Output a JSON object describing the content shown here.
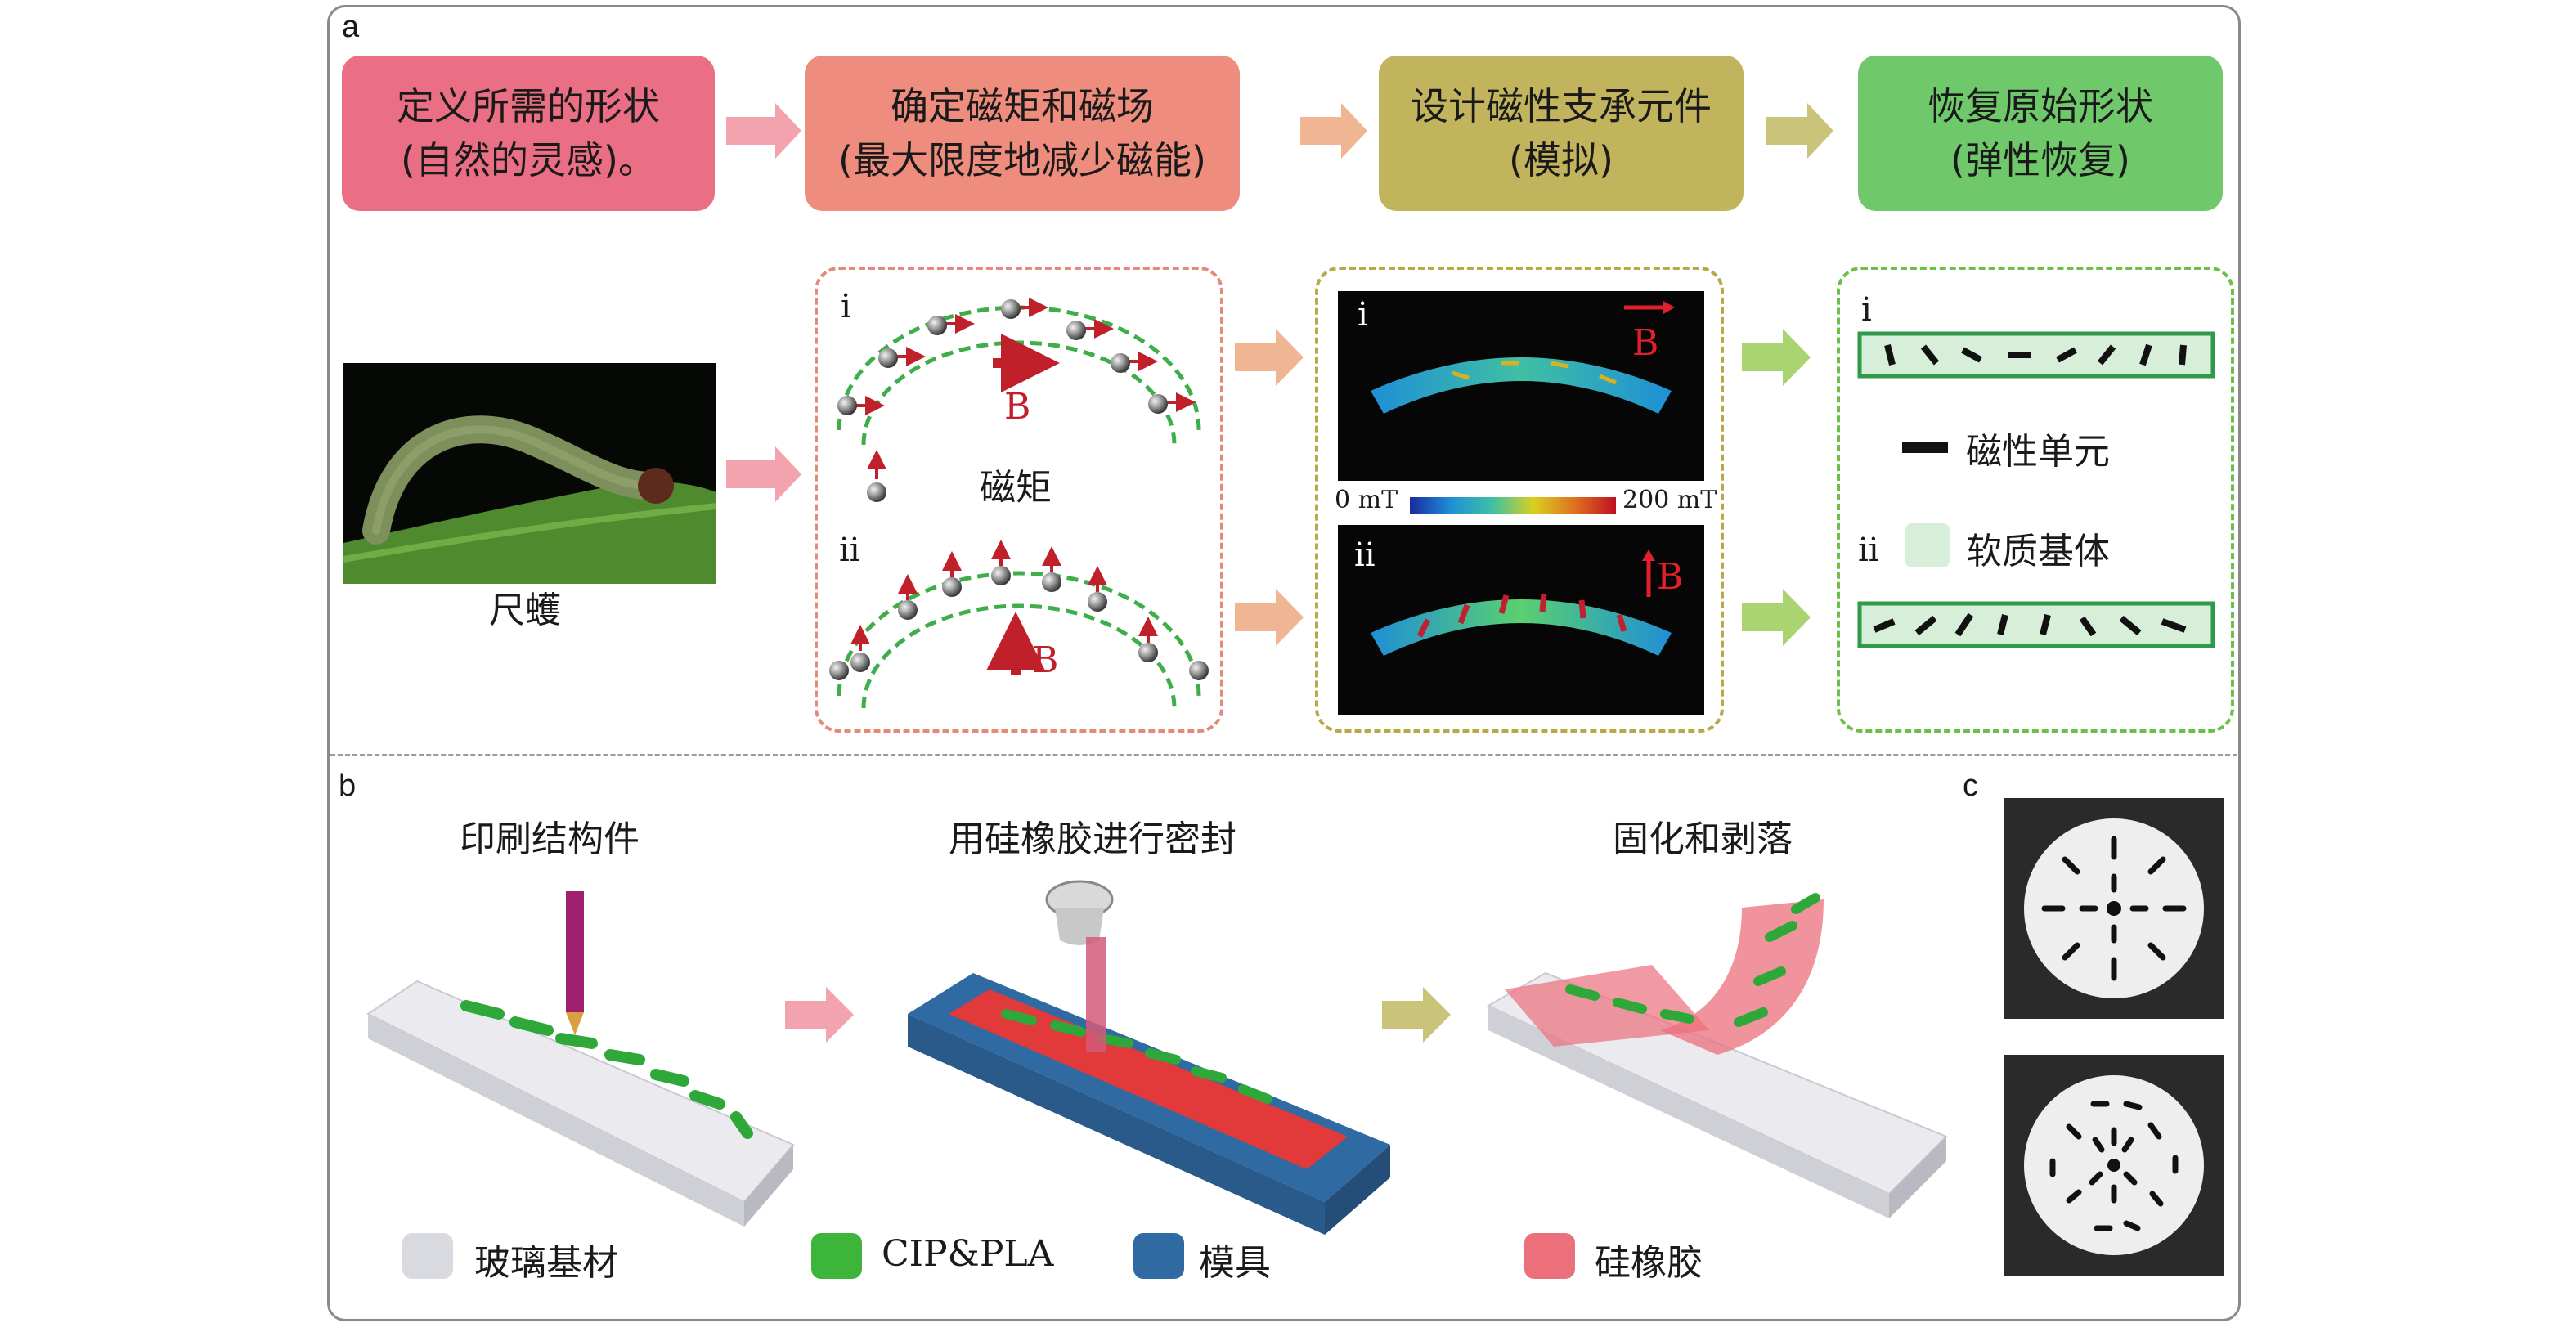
{
  "panel_a": {
    "letter": "a",
    "steps": [
      {
        "line1": "定义所需的形状",
        "line2": "(自然的灵感)。",
        "color": "#ea6f84"
      },
      {
        "line1": "确定磁矩和磁场",
        "line2": "(最大限度地减少磁能)",
        "color": "#ee8d7d"
      },
      {
        "line1": "设计磁性支承元件",
        "line2": "(模拟)",
        "color": "#c2b45c"
      },
      {
        "line1": "恢复原始形状",
        "line2": "(弹性恢复)",
        "color": "#6fc86a"
      }
    ],
    "photo_caption": "尺蠖",
    "moment_box": {
      "label_i": "i",
      "label_ii": "ii",
      "field_label": "B",
      "moment_label": "磁矩"
    },
    "sim_box": {
      "label_i": "i",
      "label_ii": "ii",
      "field_label": "B",
      "colorbar_min": "0 mT",
      "colorbar_max": "200 mT"
    },
    "result_box": {
      "label_i": "i",
      "label_ii": "ii",
      "legend_unit": "磁性单元",
      "legend_matrix": "软质基体"
    }
  },
  "panel_b": {
    "letter": "b",
    "steps": [
      "印刷结构件",
      "用硅橡胶进行密封",
      "固化和剥落"
    ],
    "legend": [
      {
        "label": "玻璃基材",
        "color": "#d9d9e0"
      },
      {
        "label": "CIP&PLA",
        "color": "#3cb53a"
      },
      {
        "label": "模具",
        "color": "#2f6aa2"
      },
      {
        "label": "硅橡胶",
        "color": "#ec6f7c"
      }
    ]
  },
  "panel_c": {
    "letter": "c"
  },
  "colors": {
    "arrow_pink": "#f3a3ad",
    "arrow_orange": "#f0b592",
    "arrow_olive": "#c9c47a",
    "arrow_green": "#a9d46f",
    "field_red": "#c0202a",
    "dashed_green": "#3fae4a"
  }
}
